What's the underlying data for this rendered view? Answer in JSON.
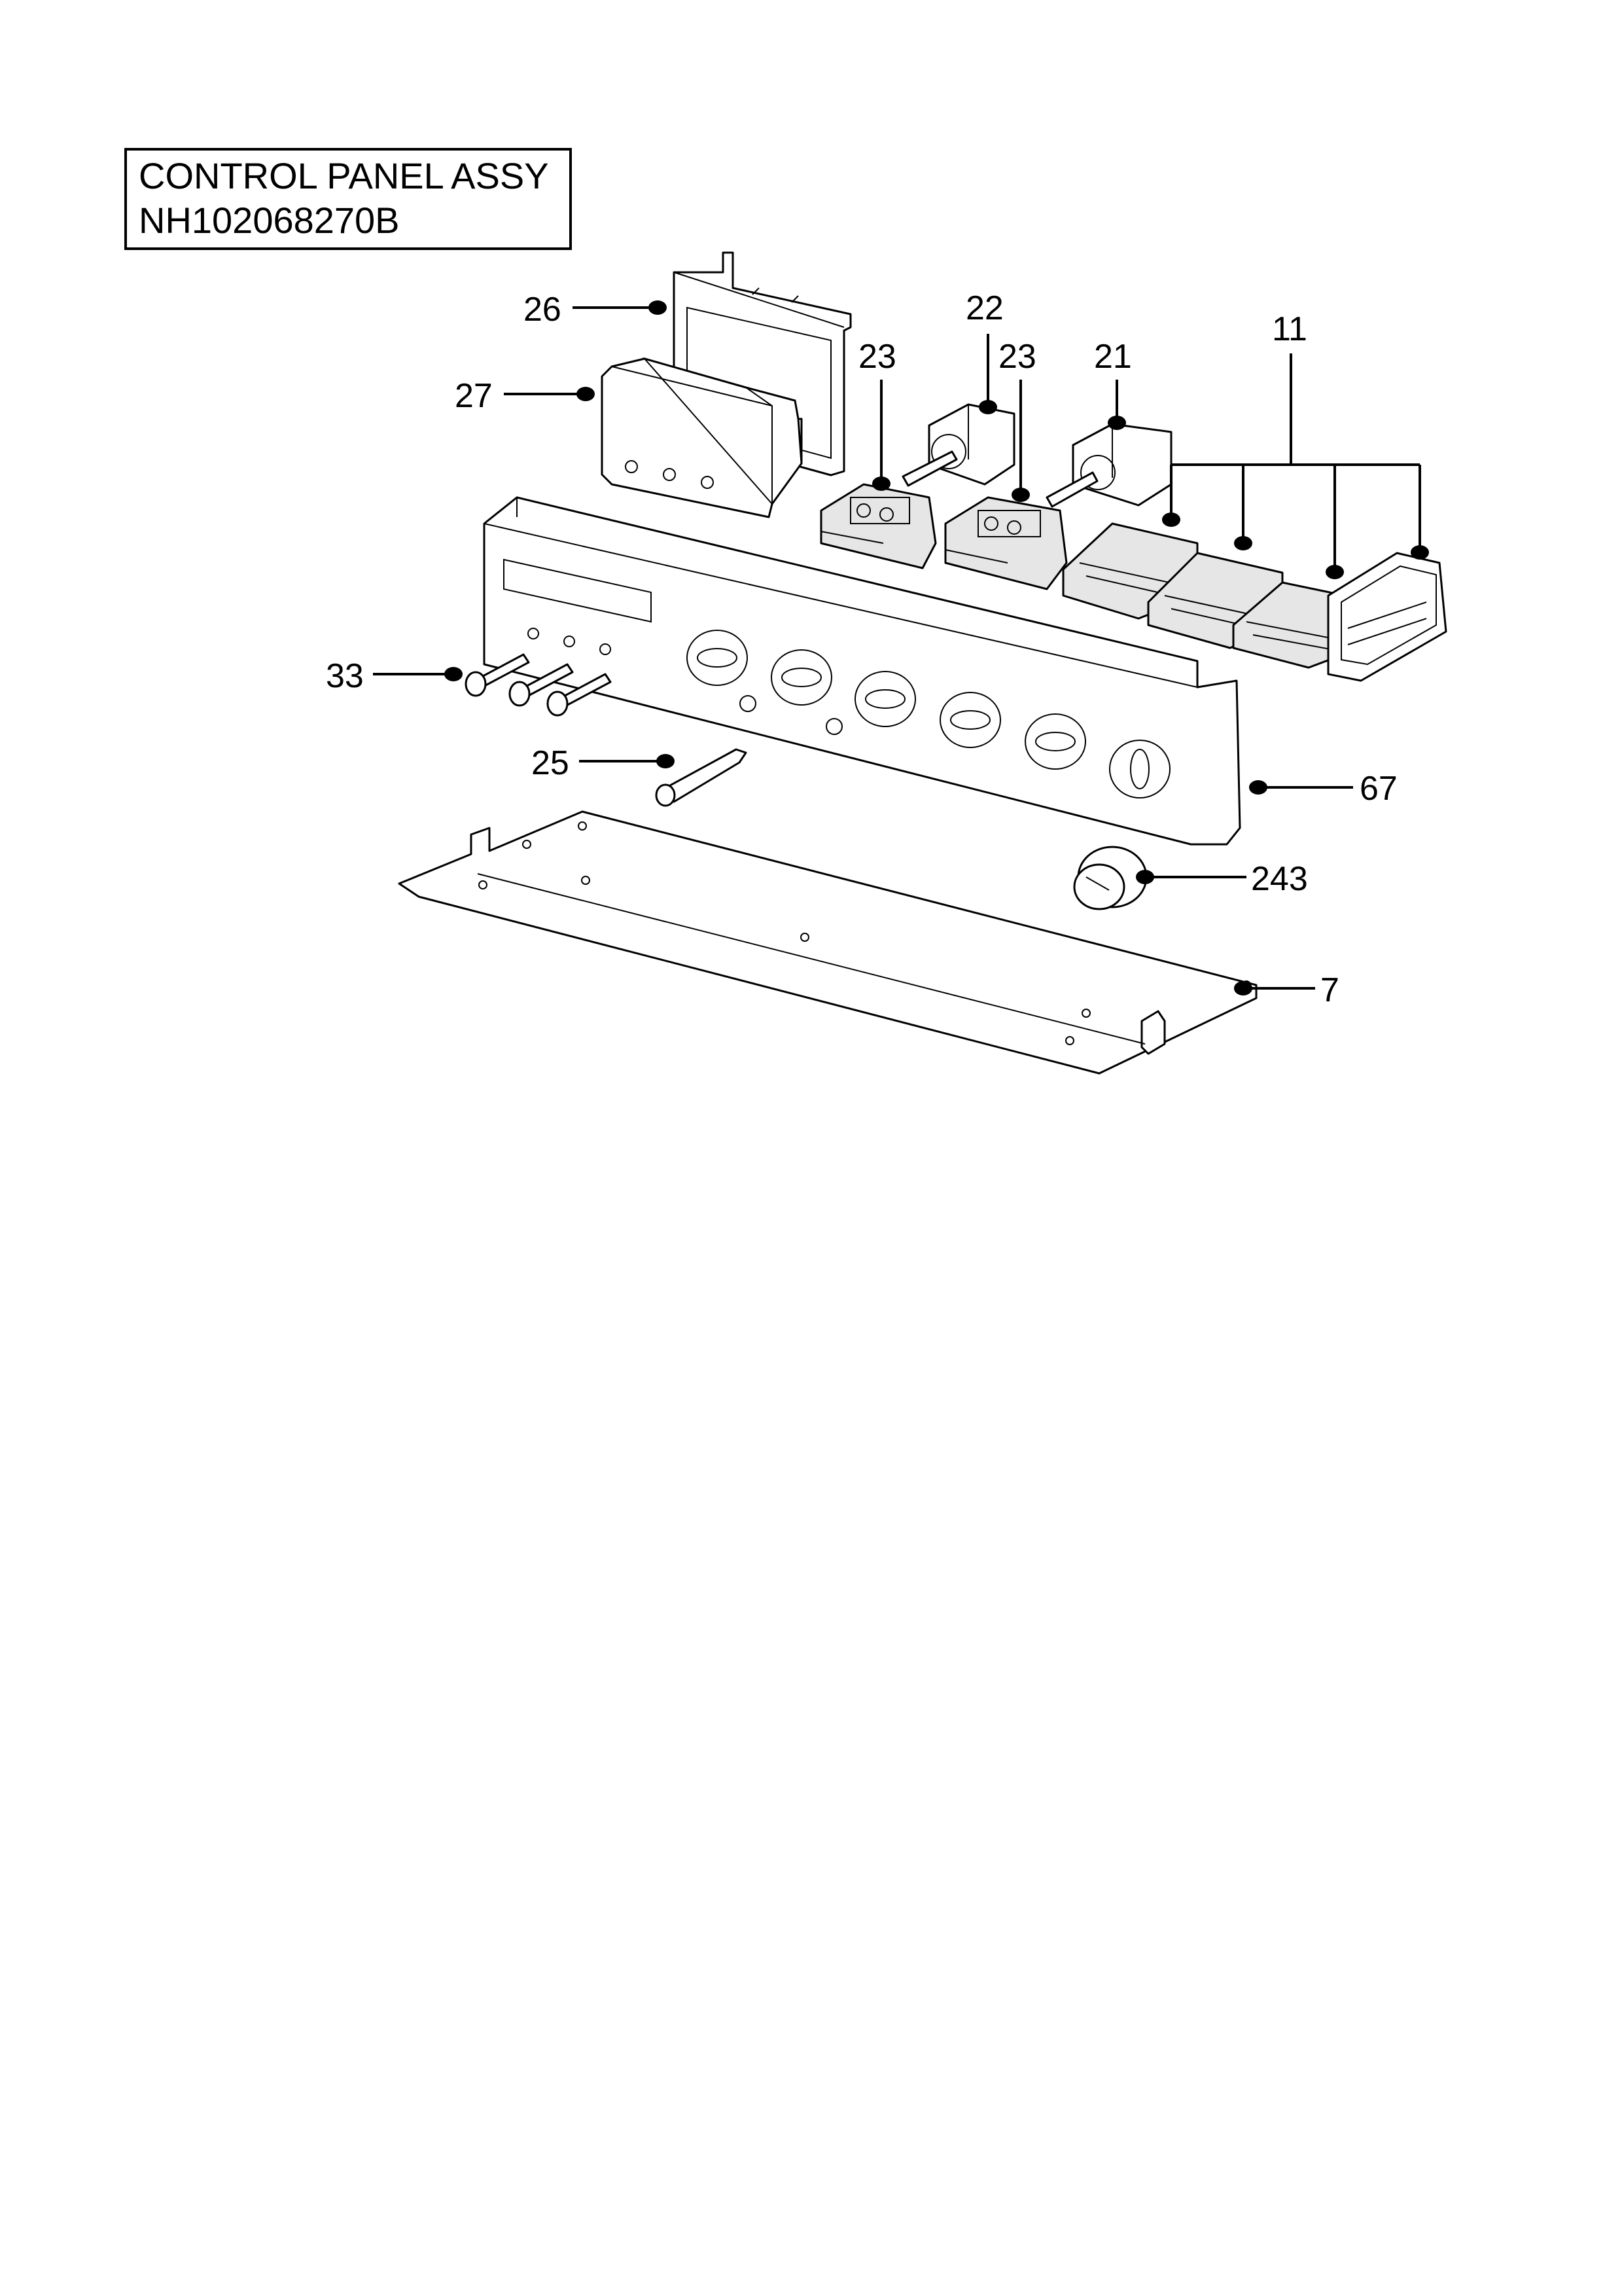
{
  "title_box": {
    "line1": "CONTROL PANEL ASSY",
    "line2": "NH102068270B"
  },
  "callouts": [
    {
      "id": "26",
      "label": "26"
    },
    {
      "id": "27",
      "label": "27"
    },
    {
      "id": "22",
      "label": "22"
    },
    {
      "id": "23a",
      "label": "23"
    },
    {
      "id": "23b",
      "label": "23"
    },
    {
      "id": "21",
      "label": "21"
    },
    {
      "id": "11",
      "label": "11"
    },
    {
      "id": "33",
      "label": "33"
    },
    {
      "id": "25",
      "label": "25"
    },
    {
      "id": "67",
      "label": "67"
    },
    {
      "id": "243",
      "label": "243"
    },
    {
      "id": "7",
      "label": "7"
    }
  ]
}
